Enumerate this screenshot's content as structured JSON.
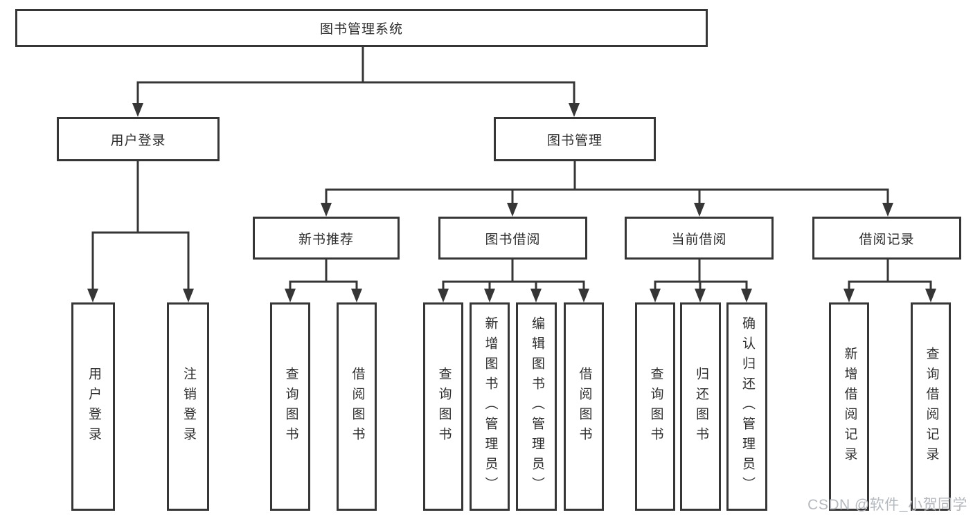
{
  "tree": {
    "root": {
      "label": "图书管理系统"
    },
    "login": {
      "label": "用户登录",
      "children": [
        {
          "label": "用户登录"
        },
        {
          "label": "注销登录"
        }
      ]
    },
    "mgmt": {
      "label": "图书管理",
      "children": [
        {
          "label": "新书推荐",
          "children": [
            {
              "label": "查询图书"
            },
            {
              "label": "借阅图书"
            }
          ]
        },
        {
          "label": "图书借阅",
          "children": [
            {
              "label": "查询图书"
            },
            {
              "label": "新增图书（管理员）"
            },
            {
              "label": "编辑图书（管理员）"
            },
            {
              "label": "借阅图书"
            }
          ]
        },
        {
          "label": "当前借阅",
          "children": [
            {
              "label": "查询图书"
            },
            {
              "label": "归还图书"
            },
            {
              "label": "确认归还（管理员）"
            }
          ]
        },
        {
          "label": "借阅记录",
          "children": [
            {
              "label": "新增借阅记录"
            },
            {
              "label": "查询借阅记录"
            }
          ]
        }
      ]
    }
  },
  "watermark": {
    "text": "CSDN @软件_小贺同学"
  },
  "colors": {
    "line": "#363636",
    "text": "#2d2d2d",
    "watermark": "#b4b8bf",
    "background": "#ffffff"
  }
}
